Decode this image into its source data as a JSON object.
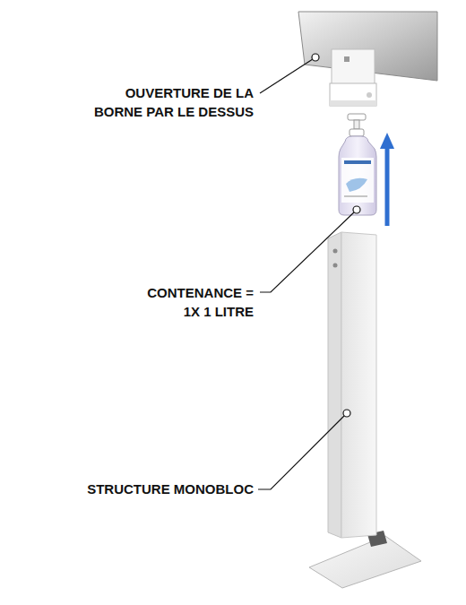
{
  "diagram": {
    "labels": [
      "OUVERTURE DE LA BORNE PAR LE DESSUS",
      "CONTENANCE = 1X 1 LITRE",
      "STRUCTURE MONOBLOC"
    ]
  }
}
